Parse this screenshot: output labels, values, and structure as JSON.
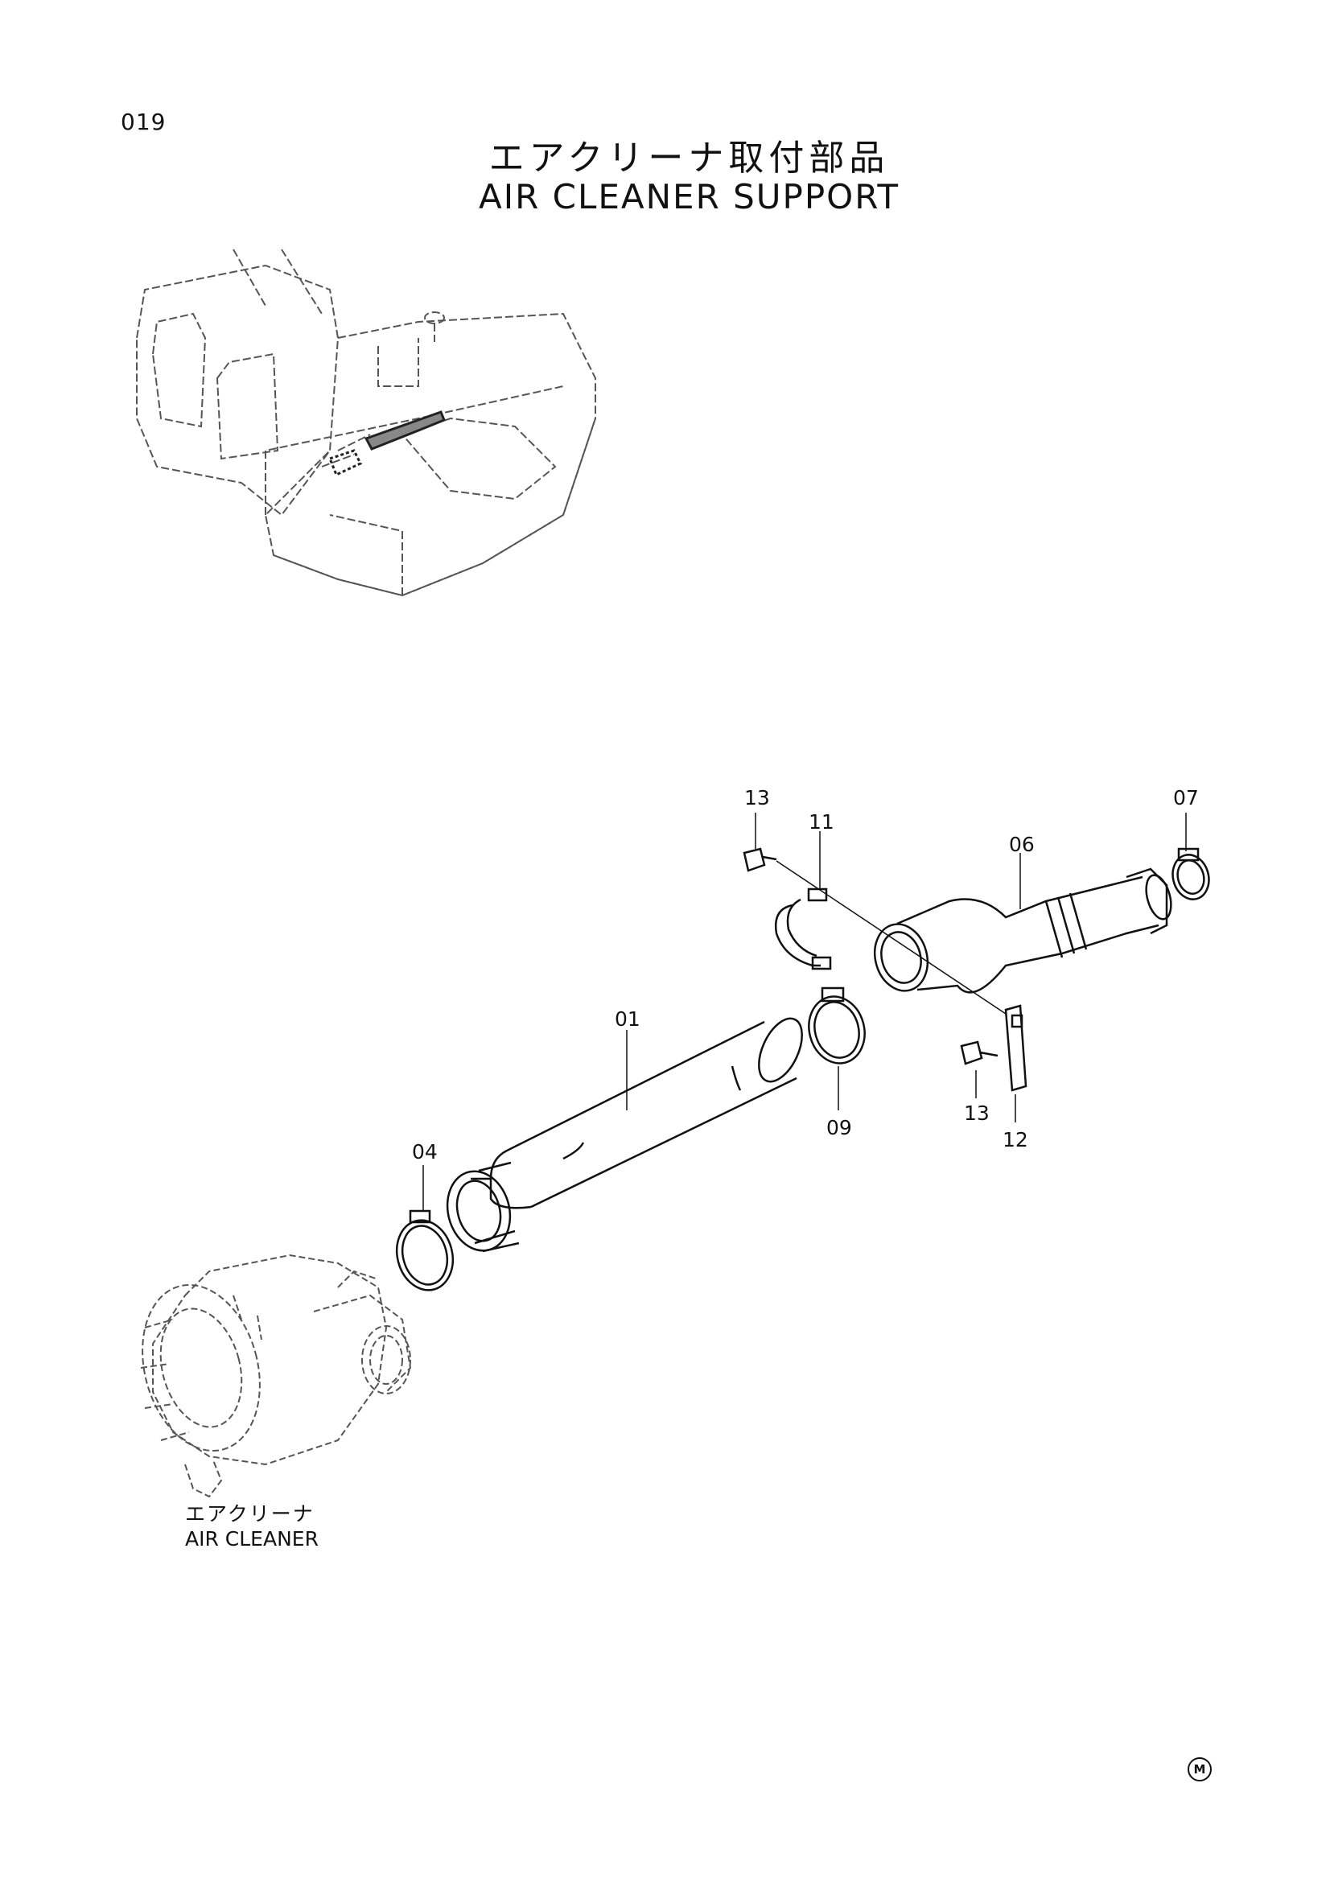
{
  "page_code": "019",
  "title_jp": "エアクリーナ取付部品",
  "title_en": "AIR  CLEANER  SUPPORT",
  "reference_jp": "エアクリーナ",
  "reference_en": "AIR CLEANER",
  "mark": "M",
  "callouts": [
    {
      "id": "c13a",
      "text": "13"
    },
    {
      "id": "c11",
      "text": "11"
    },
    {
      "id": "c06",
      "text": "06"
    },
    {
      "id": "c07",
      "text": "07"
    },
    {
      "id": "c01",
      "text": "01"
    },
    {
      "id": "c09",
      "text": "09"
    },
    {
      "id": "c04",
      "text": "04"
    },
    {
      "id": "c13b",
      "text": "13"
    },
    {
      "id": "c12",
      "text": "12"
    }
  ]
}
